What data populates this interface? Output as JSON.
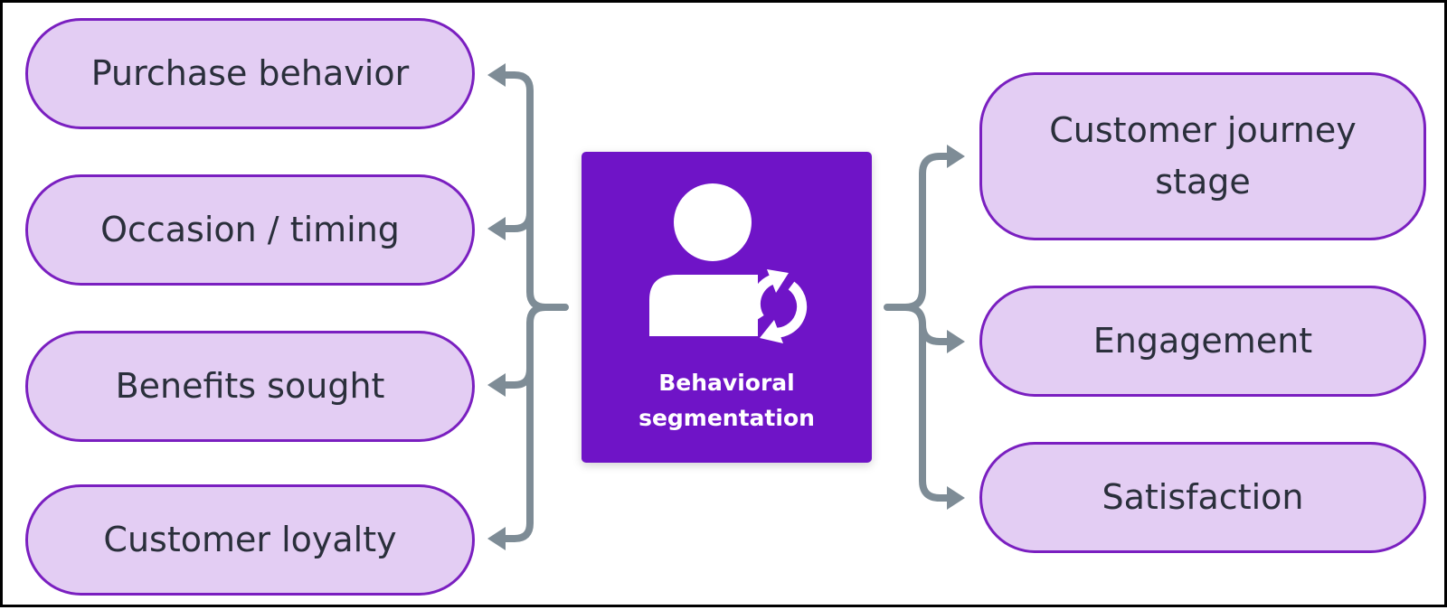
{
  "center": {
    "line1": "Behavioral",
    "line2": "segmentation",
    "icon": "user-sync-icon"
  },
  "left_items": [
    {
      "label": "Purchase behavior"
    },
    {
      "label": "Occasion / timing"
    },
    {
      "label": "Benefits sought"
    },
    {
      "label": "Customer loyalty"
    }
  ],
  "right_items": [
    {
      "line1": "Customer journey",
      "line2": "stage"
    },
    {
      "label": "Engagement"
    },
    {
      "label": "Satisfaction"
    }
  ],
  "colors": {
    "pill_fill": "#e3cdf3",
    "pill_border": "#7a1fc0",
    "center_fill": "#6f14c7",
    "connector": "#7e8c96",
    "text": "#2a2f3b"
  }
}
